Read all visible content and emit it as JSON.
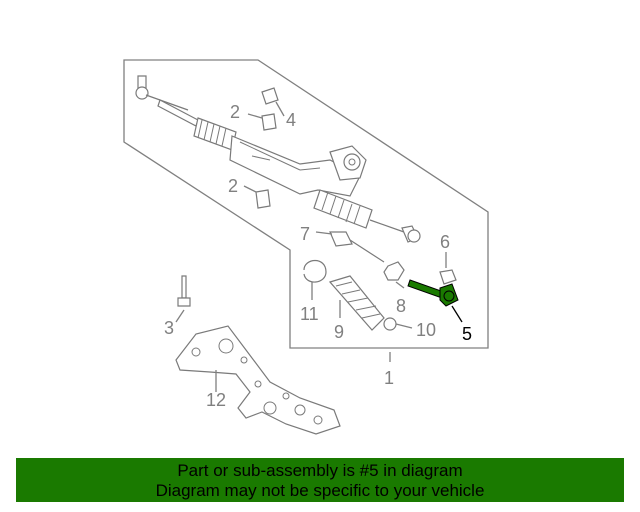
{
  "callouts": {
    "c1": "1",
    "c2a": "2",
    "c2b": "2",
    "c3": "3",
    "c4": "4",
    "c5": "5",
    "c6": "6",
    "c7": "7",
    "c8": "8",
    "c9": "9",
    "c10": "10",
    "c11": "11",
    "c12": "12"
  },
  "highlight": {
    "part": "5",
    "color": "#1a7a00"
  },
  "banner": {
    "line1": "Part or sub-assembly is #5 in diagram",
    "line2": "Diagram may not be specific to your vehicle",
    "background": "#1a7a00"
  }
}
